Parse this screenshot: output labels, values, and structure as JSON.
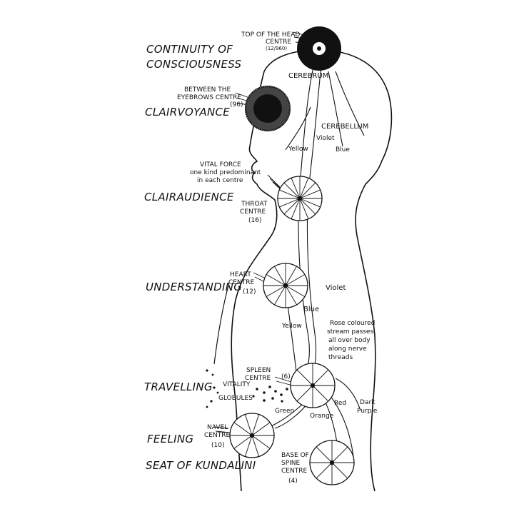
{
  "faculties": {
    "continuity_line1": "CONTINUITY OF",
    "continuity_line2": "CONSCIOUSNESS",
    "clairvoyance": "CLAIRVOYANCE",
    "clairaudience": "CLAIRAUDIENCE",
    "understanding": "UNDERSTANDING",
    "travelling": "TRAVELLING",
    "feeling": "FEELING",
    "seat_of_kundalini": "SEAT OF KUNDALINI"
  },
  "centres": {
    "top_head": {
      "line1": "TOP OF THE HEAD",
      "line2": "CENTRE",
      "petals": "(12/960)"
    },
    "between_eyebrows": {
      "line1": "BETWEEN THE",
      "line2": "EYEBROWS CENTRE",
      "petals": "(96)"
    },
    "throat": {
      "line1": "THROAT",
      "line2": "CENTRE",
      "petals": "(16)"
    },
    "heart": {
      "line1": "HEART",
      "line2": "CENTRE",
      "petals": "(12)"
    },
    "spleen": {
      "line1": "SPLEEN",
      "line2": "CENTRE",
      "petals": "(6)"
    },
    "navel": {
      "line1": "NAVEL",
      "line2": "CENTRE",
      "petals": "(10)"
    },
    "base_spine": {
      "line1": "BASE OF",
      "line2": "SPINE",
      "line3": "CENTRE",
      "petals": "(4)"
    }
  },
  "anatomy": {
    "cerebrum": "CEREBRUM",
    "cerebellum": "CEREBELLUM"
  },
  "vital_force": {
    "line1": "VITAL FORCE",
    "line2": "one kind predominant",
    "line3": "in each centre"
  },
  "vitality_globules": {
    "line1": "VITALITY",
    "line2": "GLOBULES"
  },
  "streams": {
    "violet_head": "Violet",
    "yellow_head": "Yellow",
    "blue_head": "Blue",
    "violet_body": "Violet",
    "blue_body": "Blue",
    "yellow_body": "Yellow",
    "green": "Green",
    "orange": "Orange",
    "red": "Red",
    "dark_purple_line1": "Dark",
    "dark_purple_line2": "Purple"
  },
  "rose_note": {
    "line1": "Rose coloured",
    "line2": "stream passes",
    "line3": "all over body",
    "line4": "along nerve",
    "line5": "threads"
  },
  "colors": {
    "ink": "#111111",
    "paper": "#ffffff"
  }
}
